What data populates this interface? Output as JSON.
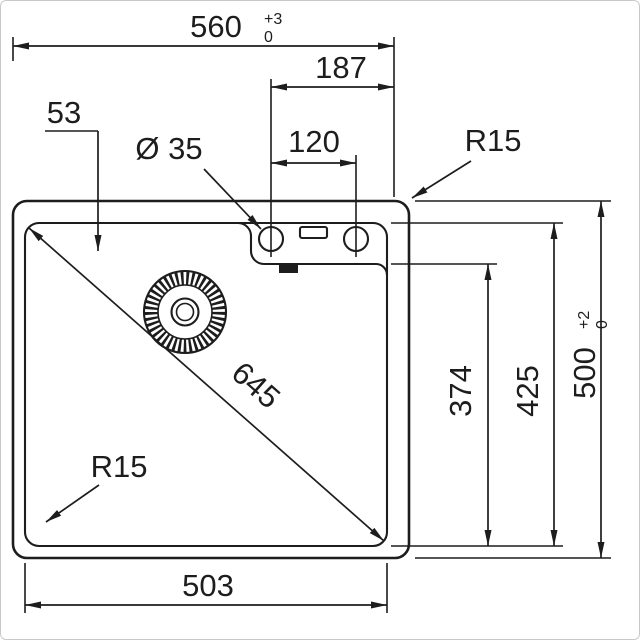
{
  "drawing": {
    "subject": "Sink technical dimension drawing (top view)",
    "units": "mm",
    "line_color": "#1d1d1d",
    "dimensions": {
      "overall_width": {
        "value": "560",
        "tol_upper": "+3",
        "tol_lower": "0"
      },
      "overall_depth": {
        "value": "500",
        "tol_upper": "+2",
        "tol_lower": "0"
      },
      "tap_zone_width": {
        "value": "187"
      },
      "hole_spacing": {
        "value": "120"
      },
      "hole_edge_offset": {
        "value": "53"
      },
      "hole_diameter": {
        "value": "Ø 35"
      },
      "radius_outer_corner": {
        "value": "R15"
      },
      "radius_bowl_corner": {
        "value": "R15"
      },
      "bowl_diagonal": {
        "value": "645"
      },
      "bowl_depth_to_ledge": {
        "value": "374"
      },
      "bowl_depth_full": {
        "value": "425"
      },
      "bowl_width": {
        "value": "503"
      }
    }
  }
}
